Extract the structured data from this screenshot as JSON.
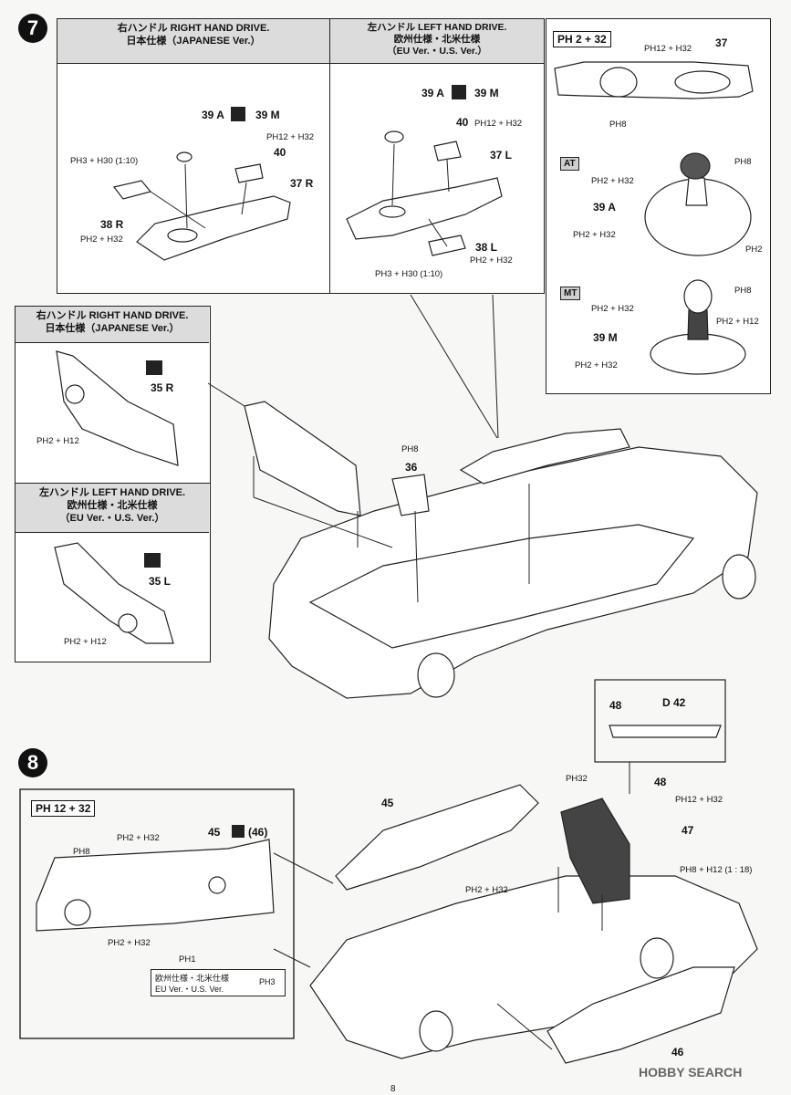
{
  "step7": {
    "number": "7",
    "rhd_header": [
      "右ハンドル RIGHT HAND DRIVE.",
      "日本仕様（JAPANESE Ver.）"
    ],
    "lhd_header": [
      "左ハンドル LEFT HAND DRIVE.",
      "欧州仕様・北米仕様",
      "（EU Ver.・U.S. Ver.）"
    ],
    "rhd_a": "39 A",
    "rhd_m": "39 M",
    "rhd_paint_40": "PH12 + H32",
    "rhd_part_40": "40",
    "rhd_paint_38": "PH3 + H30 (1:10)",
    "rhd_part_37": "37 R",
    "rhd_part_38": "38 R",
    "rhd_paint_38b": "PH2 + H32",
    "lhd_a": "39 A",
    "lhd_m": "39 M",
    "lhd_part_40": "40",
    "lhd_paint_40": "PH12 + H32",
    "lhd_part_37": "37 L",
    "lhd_part_38": "38 L",
    "lhd_paint_38": "PH2 + H32",
    "lhd_paint_38b": "PH3 + H30 (1:10)",
    "console_box": "PH 2 + 32",
    "console_paint": "PH12 + H32",
    "console_37": "37",
    "console_ph8": "PH8",
    "at_tag": "AT",
    "at_paint1": "PH8",
    "at_paint2": "PH2 + H32",
    "at_39a": "39 A",
    "at_paint3": "PH2 + H32",
    "at_paint4": "PH2",
    "mt_tag": "MT",
    "mt_paint1": "PH2 + H32",
    "mt_paint2": "PH8",
    "mt_paint3": "PH2 + H12",
    "mt_39m": "39 M",
    "mt_paint4": "PH2 + H32",
    "dash_rhd_header": [
      "右ハンドル RIGHT HAND DRIVE.",
      "日本仕様（JAPANESE Ver.）"
    ],
    "dash_rhd_part": "35 R",
    "dash_rhd_paint": "PH2 + H12",
    "dash_lhd_header": [
      "左ハンドル LEFT HAND DRIVE.",
      "欧州仕様・北米仕様",
      "（EU Ver.・U.S. Ver.）"
    ],
    "dash_lhd_part": "35 L",
    "dash_lhd_paint": "PH2 + H12",
    "main_ph8": "PH8",
    "main_36": "36"
  },
  "step8": {
    "number": "8",
    "door_box": "PH 12 + 32",
    "door_paint1": "PH2 + H32",
    "door_ph8": "PH8",
    "door_part": "45",
    "door_part_alt": "(46)",
    "door_paint2": "PH2 + H32",
    "door_ph1": "PH1",
    "eu_note": [
      "欧州仕様・北米仕様",
      "EU Ver.・U.S. Ver."
    ],
    "eu_paint": "PH3",
    "light_48": "48",
    "light_42": "D 42",
    "main_45": "45",
    "main_ph32": "PH32",
    "main_48": "48",
    "main_paint_48": "PH12 + H32",
    "main_47": "47",
    "main_paint_47": "PH8 + H12 (1 : 18)",
    "main_paint_floor": "PH2 + H32",
    "main_46": "46"
  },
  "watermark": "HOBBY SEARCH",
  "page_number": "8"
}
